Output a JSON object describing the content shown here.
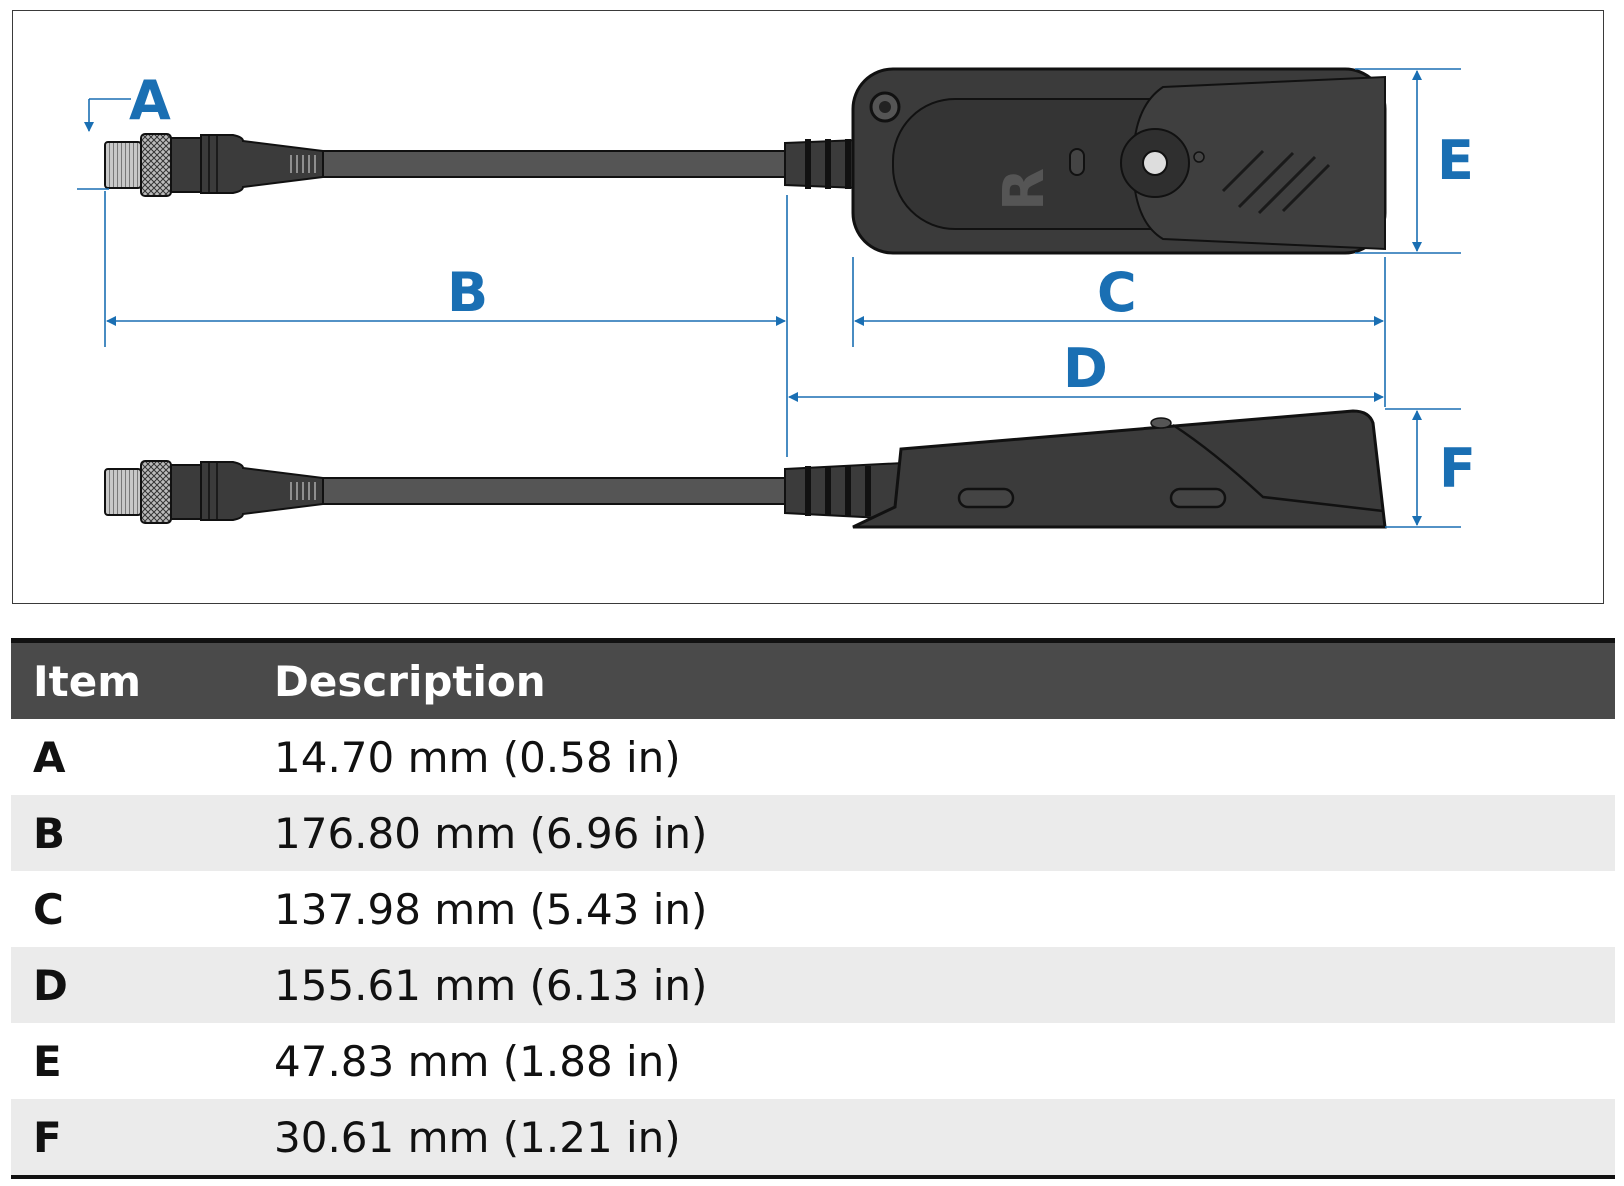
{
  "diagram": {
    "labels": {
      "A": "A",
      "B": "B",
      "C": "C",
      "D": "D",
      "E": "E",
      "F": "F"
    },
    "colors": {
      "dimension": "#1a6fb3",
      "device_body": "#3b3b3b",
      "device_outline": "#111111",
      "cable": "#555555"
    }
  },
  "table": {
    "headers": {
      "item": "Item",
      "description": "Description"
    },
    "rows": [
      {
        "item": "A",
        "description": "14.70  mm (0.58  in)"
      },
      {
        "item": "B",
        "description": "176.80  mm (6.96  in)"
      },
      {
        "item": "C",
        "description": "137.98  mm (5.43  in)"
      },
      {
        "item": "D",
        "description": "155.61 mm (6.13  in)"
      },
      {
        "item": "E",
        "description": "47.83  mm (1.88  in)"
      },
      {
        "item": "F",
        "description": "30.61 mm (1.21 in)"
      }
    ]
  }
}
